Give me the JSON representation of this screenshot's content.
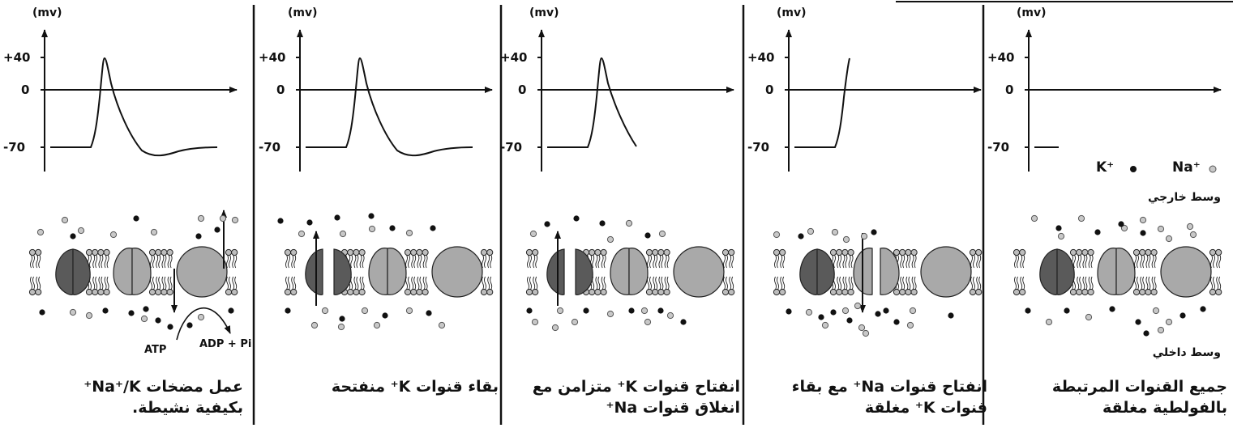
{
  "axis": {
    "unit": "(mv)",
    "ticks": [
      "+40",
      "0",
      "-70"
    ]
  },
  "legend": {
    "potassium": "K⁺",
    "sodium": "Na⁺"
  },
  "zones": {
    "outside": "وسط خارجي",
    "inside": "وسط داخلي"
  },
  "pump": {
    "atp": "ATP",
    "products": "ADP + Pi"
  },
  "panels": [
    {
      "caption_l1": "جميع القنوات المرتبطة",
      "caption_l2": "بالفولطية مغلقة"
    },
    {
      "caption_l1": "انفتاح قنوات Na⁺ مع بقاء",
      "caption_l2": "قنوات K⁺ مغلقة"
    },
    {
      "caption_l1": "انفتاح قنوات K⁺ متزامن مع",
      "caption_l2": "انغلاق قنوات Na⁺"
    },
    {
      "caption_l1": "بقاء قنوات K⁺ منفتحة",
      "caption_l2": ""
    },
    {
      "caption_l1": "عمل مضخات Na⁺/K⁺",
      "caption_l2": "بكيفية نشيطة."
    }
  ]
}
